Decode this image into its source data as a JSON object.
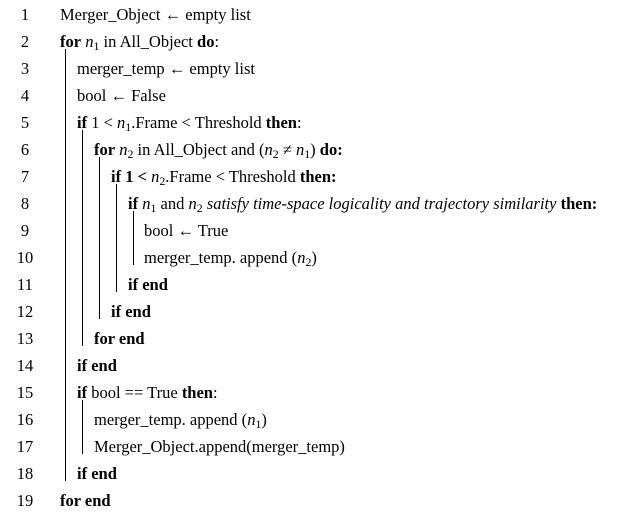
{
  "algorithm": {
    "lines": [
      {
        "num": "1",
        "parts": [
          {
            "t": "Merger_Object ← empty list",
            "s": ""
          }
        ]
      },
      {
        "num": "2",
        "parts": [
          {
            "t": "for",
            "s": "b"
          },
          {
            "t": " ",
            "s": ""
          },
          {
            "t": "n",
            "s": "i"
          },
          {
            "t": "1",
            "s": "sub"
          },
          {
            "t": "  in All_Object ",
            "s": ""
          },
          {
            "t": "do",
            "s": "b"
          },
          {
            "t": ":",
            "s": ""
          }
        ]
      },
      {
        "num": "3",
        "parts": [
          {
            "t": "merger_temp ← empty list",
            "s": ""
          }
        ]
      },
      {
        "num": "4",
        "parts": [
          {
            "t": "bool  ← False",
            "s": ""
          }
        ]
      },
      {
        "num": "5",
        "parts": [
          {
            "t": "if",
            "s": "b"
          },
          {
            "t": " 1 < ",
            "s": ""
          },
          {
            "t": "n",
            "s": "i"
          },
          {
            "t": "1",
            "s": "sub"
          },
          {
            "t": ".Frame < Threshold ",
            "s": ""
          },
          {
            "t": "then",
            "s": "b"
          },
          {
            "t": ":",
            "s": ""
          }
        ]
      },
      {
        "num": "6",
        "parts": [
          {
            "t": "for",
            "s": "b"
          },
          {
            "t": " ",
            "s": ""
          },
          {
            "t": "n",
            "s": "i"
          },
          {
            "t": "2",
            "s": "sub"
          },
          {
            "t": "  in All_Object and (",
            "s": ""
          },
          {
            "t": "n",
            "s": "i"
          },
          {
            "t": "2",
            "s": "sub"
          },
          {
            "t": " ≠ ",
            "s": ""
          },
          {
            "t": "n",
            "s": "i"
          },
          {
            "t": "1",
            "s": "sub"
          },
          {
            "t": ") ",
            "s": ""
          },
          {
            "t": "do:",
            "s": "b"
          }
        ]
      },
      {
        "num": "7",
        "parts": [
          {
            "t": "if 1 <",
            "s": "b"
          },
          {
            "t": " ",
            "s": ""
          },
          {
            "t": "n",
            "s": "i"
          },
          {
            "t": "2",
            "s": "sub"
          },
          {
            "t": ".Frame < Threshold ",
            "s": ""
          },
          {
            "t": "then:",
            "s": "b"
          }
        ]
      },
      {
        "num": "8",
        "parts": [
          {
            "t": "if",
            "s": "b"
          },
          {
            "t": "  ",
            "s": ""
          },
          {
            "t": "n",
            "s": "i"
          },
          {
            "t": "1",
            "s": "sub"
          },
          {
            "t": "  and  ",
            "s": ""
          },
          {
            "t": "n",
            "s": "i"
          },
          {
            "t": "2",
            "s": "sub"
          },
          {
            "t": "  ",
            "s": ""
          },
          {
            "t": "satisfy time-space logicality and trajectory similarity",
            "s": "i"
          },
          {
            "t": " ",
            "s": ""
          },
          {
            "t": "then:",
            "s": "b"
          }
        ]
      },
      {
        "num": "9",
        "parts": [
          {
            "t": "bool  ← True",
            "s": ""
          }
        ]
      },
      {
        "num": "10",
        "parts": [
          {
            "t": "merger_temp. append (",
            "s": ""
          },
          {
            "t": "n",
            "s": "i"
          },
          {
            "t": "2",
            "s": "sub"
          },
          {
            "t": ")",
            "s": ""
          }
        ]
      },
      {
        "num": "11",
        "parts": [
          {
            "t": "if end",
            "s": "b"
          }
        ]
      },
      {
        "num": "12",
        "parts": [
          {
            "t": "if end",
            "s": "b"
          }
        ]
      },
      {
        "num": "13",
        "parts": [
          {
            "t": "for end",
            "s": "b"
          }
        ]
      },
      {
        "num": "14",
        "parts": [
          {
            "t": "if end",
            "s": "b"
          }
        ]
      },
      {
        "num": "15",
        "parts": [
          {
            "t": "if",
            "s": "b"
          },
          {
            "t": " bool == True ",
            "s": ""
          },
          {
            "t": "then",
            "s": "b"
          },
          {
            "t": ":",
            "s": ""
          }
        ]
      },
      {
        "num": "16",
        "parts": [
          {
            "t": "merger_temp. append (",
            "s": ""
          },
          {
            "t": "n",
            "s": "i"
          },
          {
            "t": "1",
            "s": "sub"
          },
          {
            "t": ")",
            "s": ""
          }
        ]
      },
      {
        "num": "17",
        "parts": [
          {
            "t": "Merger_Object.append(merger_temp)",
            "s": ""
          }
        ]
      },
      {
        "num": "18",
        "parts": [
          {
            "t": "if end",
            "s": "b"
          }
        ]
      },
      {
        "num": "19",
        "parts": [
          {
            "t": "for end",
            "s": "b"
          }
        ]
      }
    ]
  }
}
